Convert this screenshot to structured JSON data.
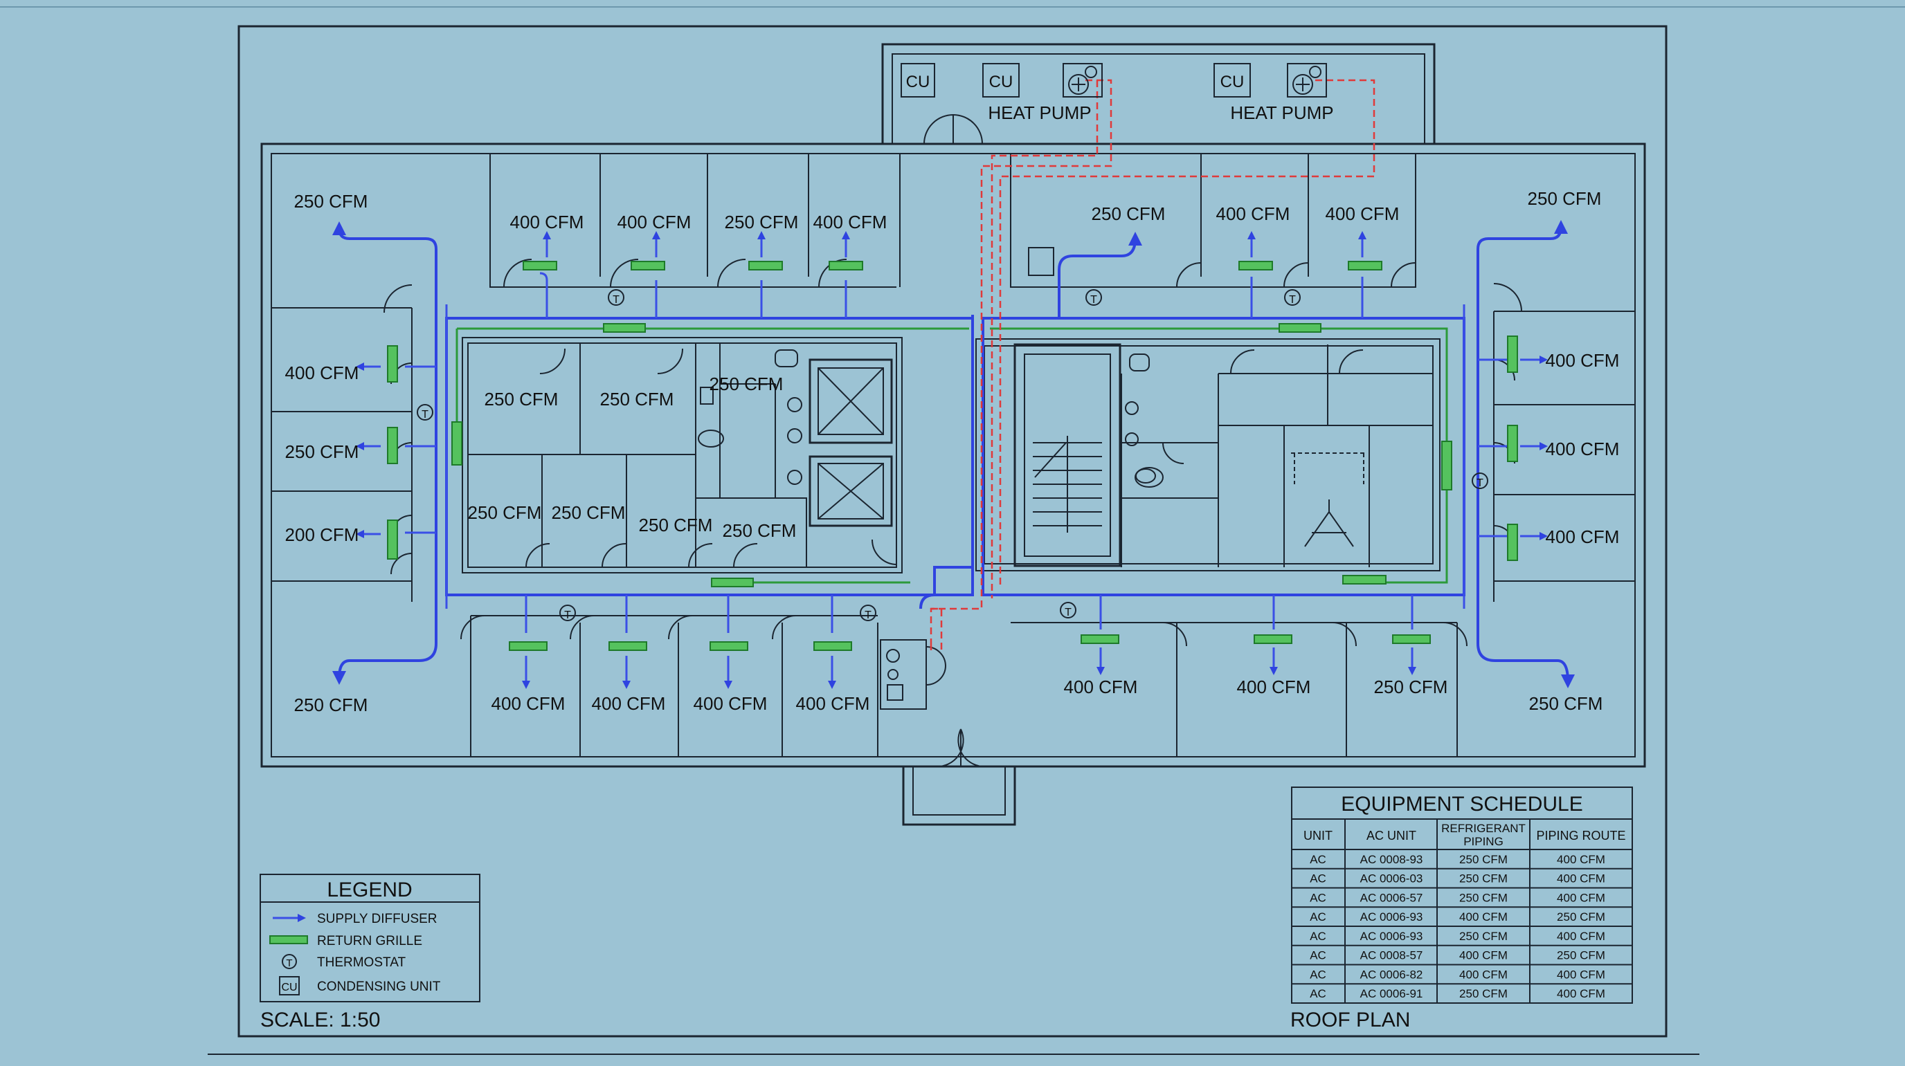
{
  "units": {
    "cu_label": "CU",
    "heat_pump_label": "HEAT PUMP",
    "thermostat_symbol": "T"
  },
  "cfm_labels": {
    "nw_corner": "250 CFM",
    "ne_corner": "250 CFM",
    "sw_corner": "250 CFM",
    "se_corner": "250 CFM",
    "top_left_1": "400 CFM",
    "top_left_2": "400 CFM",
    "top_left_3": "250 CFM",
    "top_left_4": "400 CFM",
    "top_right_1": "250 CFM",
    "top_right_2": "400 CFM",
    "top_right_3": "400 CFM",
    "west_1": "400 CFM",
    "west_2": "250 CFM",
    "west_3": "200 CFM",
    "east_1": "400 CFM",
    "east_2": "400 CFM",
    "east_3": "400 CFM",
    "core_1": "250 CFM",
    "core_2": "250 CFM",
    "core_3": "250 CFM",
    "core_4": "250 CFM",
    "core_5": "250 CFM",
    "core_6": "250 CFM",
    "core_7": "250 CFM",
    "bottom_left_1": "400 CFM",
    "bottom_left_2": "400 CFM",
    "bottom_left_3": "400 CFM",
    "bottom_left_4": "400 CFM",
    "bottom_right_1": "400 CFM",
    "bottom_right_2": "400 CFM",
    "bottom_right_3": "250 CFM"
  },
  "legend": {
    "title": "LEGEND",
    "items": [
      {
        "label": "SUPPLY DIFFUSER",
        "icon": "supply-arrow-icon"
      },
      {
        "label": "RETURN GRILLE",
        "icon": "return-grille-icon"
      },
      {
        "label": "THERMOSTAT",
        "icon": "thermostat-icon"
      },
      {
        "label": "CONDENSING UNIT",
        "icon": "condensing-unit-icon"
      }
    ],
    "cu_symbol": "CU",
    "t_symbol": "T"
  },
  "scale": "SCALE: 1:50",
  "sheet_title": "ROOF PLAN",
  "schedule": {
    "title": "EQUIPMENT SCHEDULE",
    "headers": [
      "UNIT",
      "AC UNIT",
      "REFRIGERANT PIPING",
      "PIPING ROUTE"
    ],
    "header_refrigerant_lines": [
      "REFRIGERANT",
      "PIPING"
    ],
    "rows": [
      [
        "AC",
        "AC 0008-93",
        "250 CFM",
        "400 CFM"
      ],
      [
        "AC",
        "AC 0006-03",
        "250 CFM",
        "400 CFM"
      ],
      [
        "AC",
        "AC 0006-57",
        "250 CFM",
        "400 CFM"
      ],
      [
        "AC",
        "AC 0006-93",
        "400 CFM",
        "250 CFM"
      ],
      [
        "AC",
        "AC 0006-93",
        "250 CFM",
        "400 CFM"
      ],
      [
        "AC",
        "AC 0008-57",
        "400 CFM",
        "250 CFM"
      ],
      [
        "AC",
        "AC 0006-82",
        "400 CFM",
        "400 CFM"
      ],
      [
        "AC",
        "AC 0006-91",
        "250 CFM",
        "400 CFM"
      ]
    ]
  },
  "colors": {
    "background": "#9cc3d4",
    "walls": "#1b2530",
    "supply_duct": "#2f43e0",
    "return_duct": "#2b9a3a",
    "refrigerant": "#e03a3a"
  }
}
